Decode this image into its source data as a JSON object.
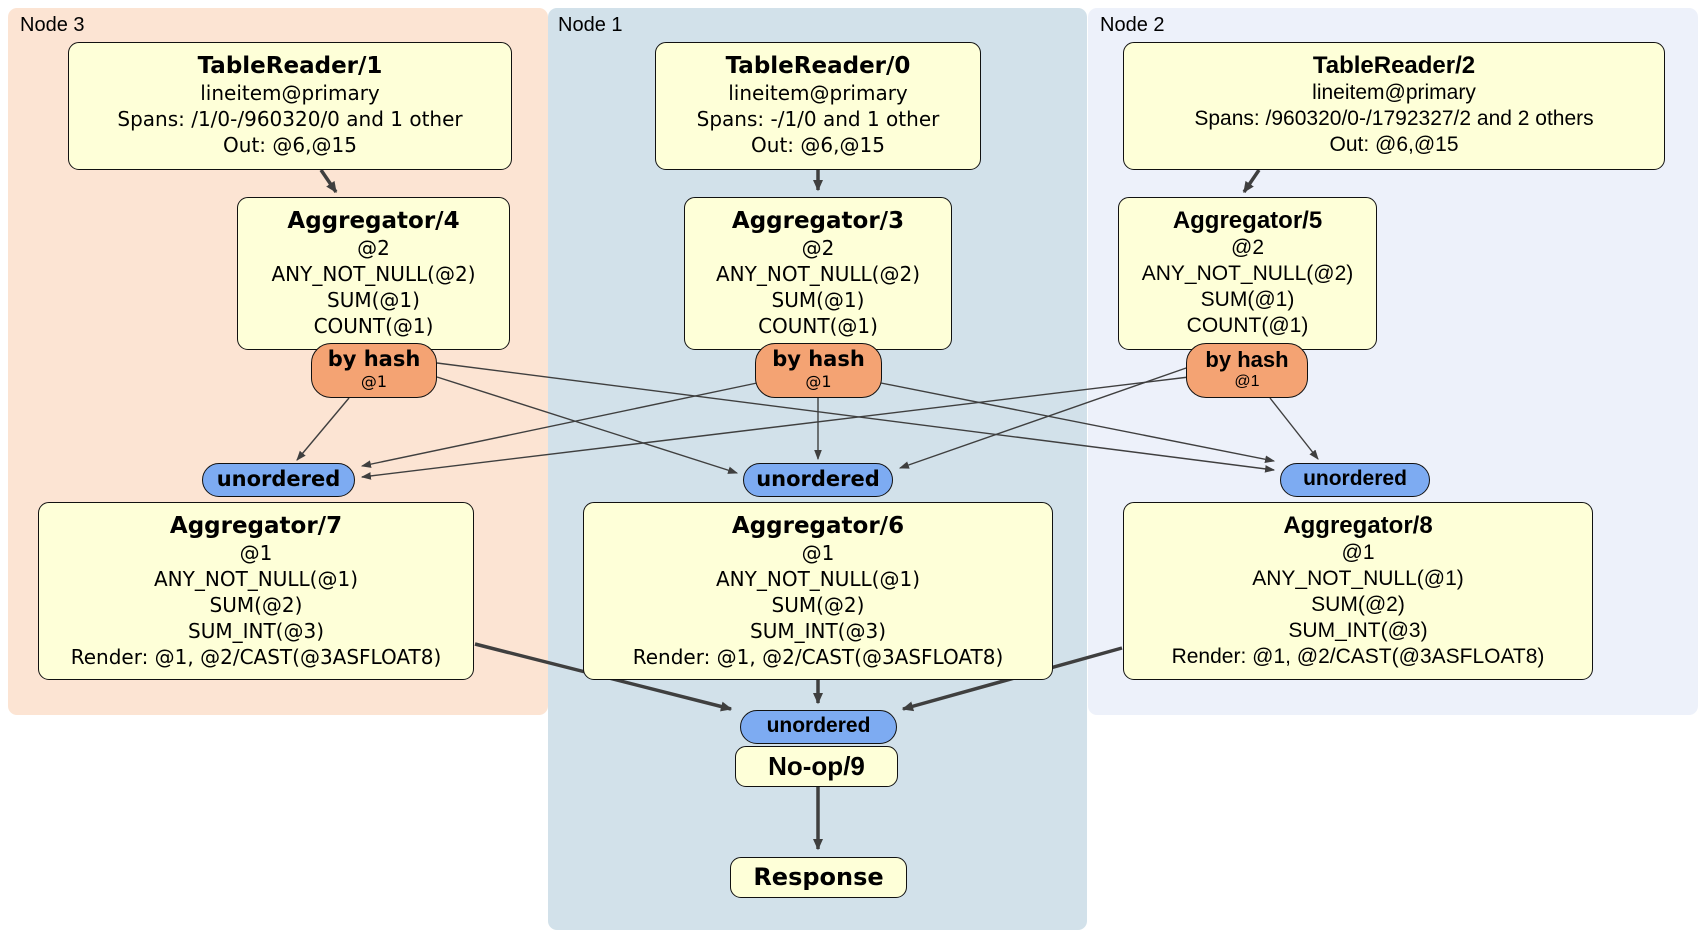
{
  "regions": [
    {
      "label": "Node 3"
    },
    {
      "label": "Node 1"
    },
    {
      "label": "Node 2"
    }
  ],
  "processors": {
    "tablereader1": {
      "title": "TableReader/1",
      "lines": [
        "lineitem@primary",
        "Spans: /1/0-/960320/0 and 1 other",
        "Out: @6,@15"
      ]
    },
    "tablereader0": {
      "title": "TableReader/0",
      "lines": [
        "lineitem@primary",
        "Spans: -/1/0 and 1 other",
        "Out: @6,@15"
      ]
    },
    "tablereader2": {
      "title": "TableReader/2",
      "lines": [
        "lineitem@primary",
        "Spans: /960320/0-/1792327/2 and 2 others",
        "Out: @6,@15"
      ]
    },
    "aggregator4": {
      "title": "Aggregator/4",
      "lines": [
        "@2",
        "ANY_NOT_NULL(@2)",
        "SUM(@1)",
        "COUNT(@1)"
      ]
    },
    "aggregator3": {
      "title": "Aggregator/3",
      "lines": [
        "@2",
        "ANY_NOT_NULL(@2)",
        "SUM(@1)",
        "COUNT(@1)"
      ]
    },
    "aggregator5": {
      "title": "Aggregator/5",
      "lines": [
        "@2",
        "ANY_NOT_NULL(@2)",
        "SUM(@1)",
        "COUNT(@1)"
      ]
    },
    "aggregator7": {
      "title": "Aggregator/7",
      "lines": [
        "@1",
        "ANY_NOT_NULL(@1)",
        "SUM(@2)",
        "SUM_INT(@3)",
        "Render: @1, @2/CAST(@3ASFLOAT8)"
      ]
    },
    "aggregator6": {
      "title": "Aggregator/6",
      "lines": [
        "@1",
        "ANY_NOT_NULL(@1)",
        "SUM(@2)",
        "SUM_INT(@3)",
        "Render: @1, @2/CAST(@3ASFLOAT8)"
      ]
    },
    "aggregator8": {
      "title": "Aggregator/8",
      "lines": [
        "@1",
        "ANY_NOT_NULL(@1)",
        "SUM(@2)",
        "SUM_INT(@3)",
        "Render: @1, @2/CAST(@3ASFLOAT8)"
      ]
    },
    "noop9": {
      "title": "No-op/9"
    },
    "response": {
      "title": "Response"
    }
  },
  "routers": {
    "by_hash": [
      {
        "label": "by hash",
        "detail": "@1"
      },
      {
        "label": "by hash",
        "detail": "@1"
      },
      {
        "label": "by hash",
        "detail": "@1"
      }
    ],
    "unordered": [
      "unordered",
      "unordered",
      "unordered",
      "unordered"
    ]
  },
  "colors": {
    "node3_bg": "#fce4d3",
    "node1_bg": "#d2e1ea",
    "node2_bg": "#edf1fa",
    "box_fill": "#feffd8",
    "by_hash_fill": "#f4a373",
    "unordered_fill": "#7dabf2",
    "edge": "#3f3f3f",
    "border": "#111111"
  }
}
